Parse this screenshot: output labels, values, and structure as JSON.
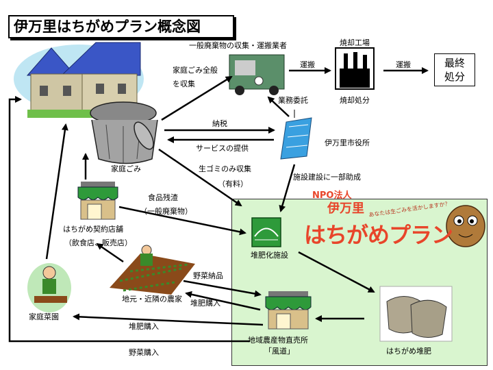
{
  "title": "伊万里はちがめプラン概念図",
  "final": {
    "line1": "最終",
    "line2": "処分"
  },
  "nodes": {
    "collector": "一般廃棄物の収集・運搬業者",
    "incinerator_top": "焼却工場",
    "incinerator_bottom": "焼却処分",
    "city_hall": "伊万里市役所",
    "household_garbage": "家庭ごみ",
    "store": "はちがめ契約店舗",
    "store_sub": "（飲食店、販売店）",
    "farmers": "地元・近隣の農家",
    "home_garden": "家庭菜園",
    "compost_facility": "堆肥化施設",
    "direct_store_1": "地域農産物直売所",
    "direct_store_2": "「風道」",
    "compost": "はちがめ堆肥"
  },
  "flows": {
    "collect_all_1": "家庭ごみ全般",
    "collect_all_2": "を収集",
    "transport1": "運搬",
    "transport2": "運搬",
    "contract": "業務委託",
    "tax": "納税",
    "service": "サービスの提供",
    "raw_collect": "生ゴミのみ収集",
    "paid": "（有料）",
    "subsidy": "施設建設に一部助成",
    "food_waste": "食品残渣",
    "food_waste_sub": "（一般廃棄物）",
    "veg_delivery": "野菜納品",
    "compost_buy_farm": "堆肥購入",
    "compost_buy_home": "堆肥購入",
    "veg_buy": "野菜購入"
  },
  "logo": {
    "org": "NPO法人",
    "name_small": "伊万里",
    "slogan": "あなたは生ごみを活かしますか？",
    "name_big": "はちがめプラン"
  },
  "colors": {
    "area": "#d9f5cf",
    "logo_red": "#e8452a",
    "roof_blue": "#3a56c6",
    "awning_green": "#2e9a3a"
  }
}
